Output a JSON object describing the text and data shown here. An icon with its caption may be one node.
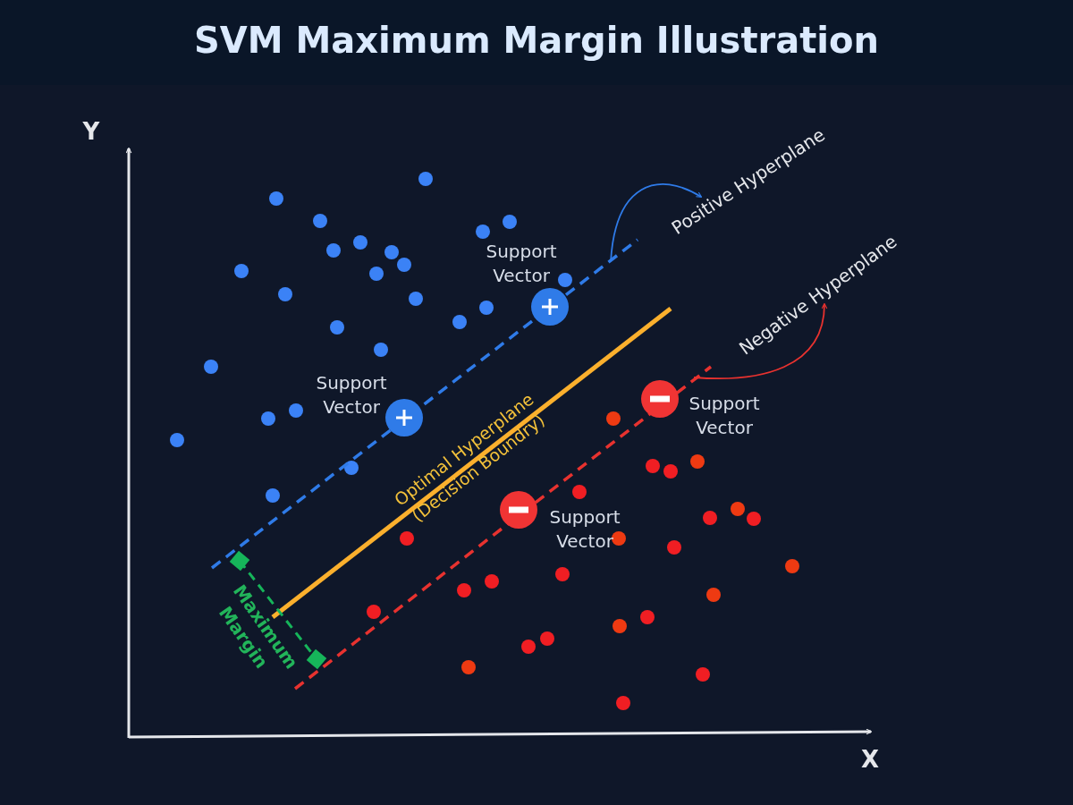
{
  "diagram": {
    "title": "SVM Maximum Margin Illustration",
    "nodes": [
      {
        "text": [
          "Positive Hyperplane"
        ]
      },
      {
        "text": [],
        "shape": "line"
      },
      {
        "text": [
          "Negative Hyperplane"
        ]
      },
      {
        "text": [],
        "shape": "line"
      }
    ],
    "edges": [
      {
        "from": 1,
        "to": 0,
        "arrow": "to",
        "color": "#2f7be8"
      },
      {
        "from": 3,
        "to": 2,
        "arrow": "to",
        "color": "#e8322f"
      }
    ],
    "labels": [
      "Y",
      "Support Vector",
      "Support Vector",
      "Support Vector",
      "Optimal Hyperplane (Decision Boundry)",
      "Support Vector",
      "Maximum Margin",
      "X"
    ]
  }
}
